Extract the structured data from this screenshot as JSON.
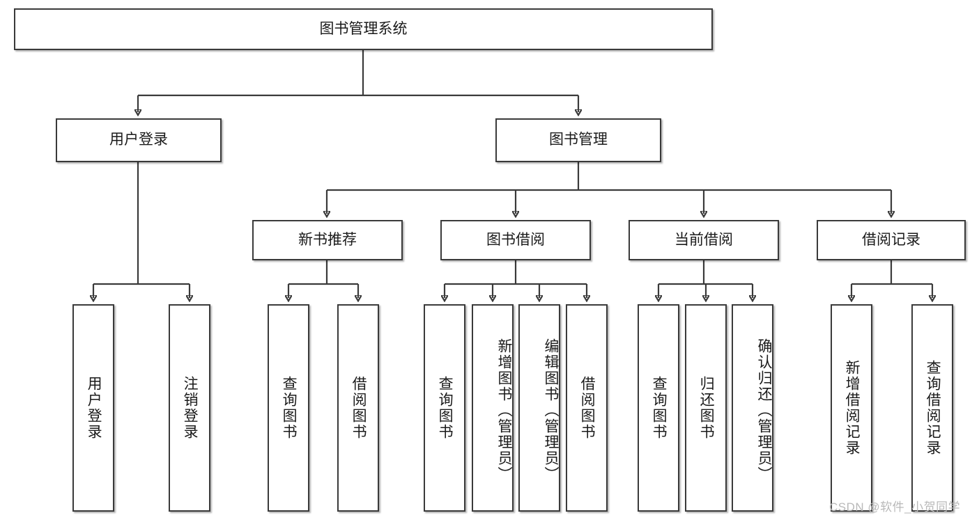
{
  "diagram": {
    "title": "图书管理系统",
    "type": "tree-hierarchy-chart",
    "root": {
      "label": "图书管理系统"
    },
    "level2": [
      {
        "label": "用户登录"
      },
      {
        "label": "图书管理"
      }
    ],
    "level3": [
      {
        "label": "新书推荐"
      },
      {
        "label": "图书借阅"
      },
      {
        "label": "当前借阅"
      },
      {
        "label": "借阅记录"
      }
    ],
    "leaves": {
      "user_login": [
        {
          "label": "用户登录"
        },
        {
          "label": "注销登录"
        }
      ],
      "new_book_recommend": [
        {
          "label": "查询图书"
        },
        {
          "label": "借阅图书"
        }
      ],
      "book_borrow": [
        {
          "label": "查询图书"
        },
        {
          "label": "新增图书（管理员）"
        },
        {
          "label": "编辑图书（管理员）"
        },
        {
          "label": "借阅图书"
        }
      ],
      "current_borrow": [
        {
          "label": "查询图书"
        },
        {
          "label": "归还图书"
        },
        {
          "label": "确认归还（管理员）"
        }
      ],
      "borrow_record": [
        {
          "label": "新增借阅记录"
        },
        {
          "label": "查询借阅记录"
        }
      ]
    }
  },
  "watermark": {
    "text": "CSDN @软件_小贺同学"
  },
  "colors": {
    "stroke": "#3a3a3a",
    "text": "#1a1a1a",
    "background": "#ffffff",
    "watermark": "#b9b9b9"
  }
}
